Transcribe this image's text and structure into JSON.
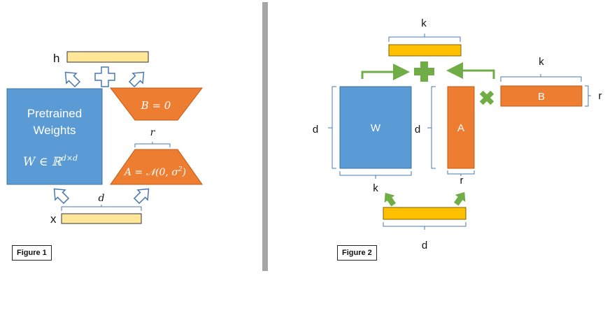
{
  "figure1": {
    "caption": "Figure 1",
    "h_label": "h",
    "x_label": "x",
    "weights_line1": "Pretrained",
    "weights_line2": "Weights",
    "weights_formula": "W ∈ ℝ",
    "weights_formula_sup": "d×d",
    "b_label": "B = 0",
    "a_label": "A = 𝒩(0, σ",
    "a_label_sup": "2",
    "a_label_end": ")",
    "r_label": "r",
    "d_label": "d"
  },
  "figure2": {
    "caption": "Figure 2",
    "w_label": "W",
    "a_label": "A",
    "b_label": "B",
    "k_top": "k",
    "k_b": "k",
    "r_b": "r",
    "d_w": "d",
    "k_w": "k",
    "d_a": "d",
    "r_a": "r",
    "d_bottom": "d"
  },
  "colors": {
    "blue": "#5b9bd5",
    "orange": "#ed7d31",
    "yellow": "#ffc000",
    "light_yellow": "#ffe699",
    "green": "#70ad47",
    "divider": "#a6a6a6"
  }
}
